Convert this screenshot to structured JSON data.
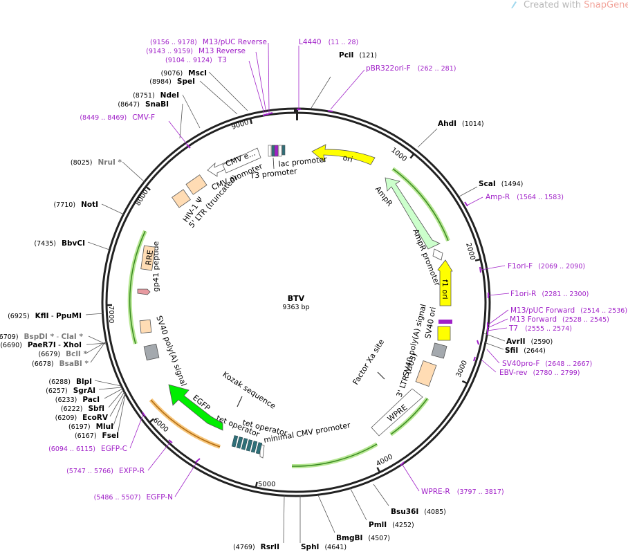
{
  "watermark": {
    "prefix": "Created with ",
    "brand": "SnapGene",
    "suffix": "®"
  },
  "plasmid": {
    "name": "BTV",
    "length_label": "9363 bp",
    "length": 9363
  },
  "colors": {
    "backbone": "#222222",
    "primer": "#a020c8",
    "ori": "#ffff00",
    "f1ori": "#ffff00",
    "ampr": "#ccffcc",
    "egfp": "#00ee00",
    "orf_glow_green": "#99dd66",
    "orf_glow_orange": "#f5b85a",
    "ltr": "#ffdcb4",
    "rre": "#ffdcb4",
    "sv40_ori": "#ffff00",
    "poly_a": "#a4a9ae",
    "tet_op": "#2f6f78",
    "gp41": "#e79aa0"
  },
  "tick_labels": [
    "1000",
    "2000",
    "3000",
    "4000",
    "5000",
    "6000",
    "7000",
    "8000",
    "9000"
  ],
  "sites": [
    {
      "name": "PciI",
      "pos": "(121)",
      "gray": false
    },
    {
      "name": "AhdI",
      "pos": "(1014)",
      "gray": false
    },
    {
      "name": "ScaI",
      "pos": "(1494)",
      "gray": false
    },
    {
      "name": "AvrII",
      "pos": "(2590)",
      "gray": false
    },
    {
      "name": "SfiI",
      "pos": "(2644)",
      "gray": false
    },
    {
      "name": "Bsu36I",
      "pos": "(4085)",
      "gray": false
    },
    {
      "name": "PmlI",
      "pos": "(4252)",
      "gray": false
    },
    {
      "name": "BmgBI",
      "pos": "(4507)",
      "gray": false
    },
    {
      "name": "SphI",
      "pos": "(4641)",
      "gray": false
    },
    {
      "name": "RsrII",
      "pos": "(4769)",
      "gray": false
    },
    {
      "name": "FseI",
      "pos": "(6167)",
      "gray": false
    },
    {
      "name": "MluI",
      "pos": "(6197)",
      "gray": false
    },
    {
      "name": "EcoRV",
      "pos": "(6209)",
      "gray": false
    },
    {
      "name": "SbfI",
      "pos": "(6222)",
      "gray": false
    },
    {
      "name": "PacI",
      "pos": "(6233)",
      "gray": false
    },
    {
      "name": "SgrAI",
      "pos": "(6257)",
      "gray": false
    },
    {
      "name": "BlpI",
      "pos": "(6288)",
      "gray": false
    },
    {
      "name": "BsaBI *",
      "pos": "(6678)",
      "gray": true
    },
    {
      "name": "BclI *",
      "pos": "(6679)",
      "gray": true
    },
    {
      "name": "PaeR7I",
      "name2": "XhoI",
      "pos": "(6690)",
      "gray": false
    },
    {
      "name": "BspDI *",
      "name2": "ClaI *",
      "pos": "(6709)",
      "gray": true
    },
    {
      "name": "KflI",
      "name2": "PpuMI",
      "pos": "(6925)",
      "gray": false
    },
    {
      "name": "BbvCI",
      "pos": "(7435)",
      "gray": false
    },
    {
      "name": "NotI",
      "pos": "(7710)",
      "gray": false
    },
    {
      "name": "NruI *",
      "pos": "(8025)",
      "gray": true
    },
    {
      "name": "SnaBI",
      "pos": "(8647)",
      "gray": false
    },
    {
      "name": "NdeI",
      "pos": "(8751)",
      "gray": false
    },
    {
      "name": "SpeI",
      "pos": "(8984)",
      "gray": false
    },
    {
      "name": "MscI",
      "pos": "(9076)",
      "gray": false
    }
  ],
  "primers": [
    {
      "name": "L4440",
      "range": "(11 .. 28)"
    },
    {
      "name": "pBR322ori-F",
      "range": "(262 .. 281)"
    },
    {
      "name": "Amp-R",
      "range": "(1564 .. 1583)"
    },
    {
      "name": "F1ori-F",
      "range": "(2069 .. 2090)"
    },
    {
      "name": "F1ori-R",
      "range": "(2281 .. 2300)"
    },
    {
      "name": "M13/pUC Forward",
      "range": "(2514 .. 2536)"
    },
    {
      "name": "M13 Forward",
      "range": "(2528 .. 2545)"
    },
    {
      "name": "T7",
      "range": "(2555 .. 2574)"
    },
    {
      "name": "SV40pro-F",
      "range": "(2648 .. 2667)"
    },
    {
      "name": "EBV-rev",
      "range": "(2780 .. 2799)"
    },
    {
      "name": "WPRE-R",
      "range": "(3797 .. 3817)"
    },
    {
      "name": "EGFP-N",
      "range": "(5486 .. 5507)"
    },
    {
      "name": "EXFP-R",
      "range": "(5747 .. 5766)"
    },
    {
      "name": "EGFP-C",
      "range": "(6094 .. 6115)"
    },
    {
      "name": "CMV-F",
      "range": "(8449 .. 8469)"
    },
    {
      "name": "T3",
      "range": "(9104 .. 9124)"
    },
    {
      "name": "M13 Reverse",
      "range": "(9143 .. 9159)"
    },
    {
      "name": "M13/pUC Reverse",
      "range": "(9156 .. 9178)"
    }
  ],
  "features": {
    "ori": "ori",
    "ampr": "AmpR",
    "ampr_promoter": "AmpR promoter",
    "f1_ori": "f1 ori",
    "sv40_ori": "SV40 ori",
    "sv40_polya_right": "SV40 poly(A) signal",
    "ltr_3": "3' LTR (ΔU3)",
    "factor_xa": "Factor Xa site",
    "wpre": "WPRE",
    "min_cmv": "minimal CMV promoter",
    "tet_operator_1": "tet operator",
    "tet_operator_2": "tet operator",
    "kozak": "Kozak sequence",
    "egfp": "EGFP",
    "sv40_polya_left": "SV40 poly(A) signal",
    "gp41": "gp41 peptide",
    "rre": "RRE",
    "hiv_psi": "HIV-1 Ψ",
    "ltr_5": "5' LTR (truncated)",
    "cmv_promoter": "CMV promoter",
    "cmv_enhancer": "CMV e...",
    "lac_promoter": "lac promoter",
    "t3_promoter": "T3 promoter"
  }
}
